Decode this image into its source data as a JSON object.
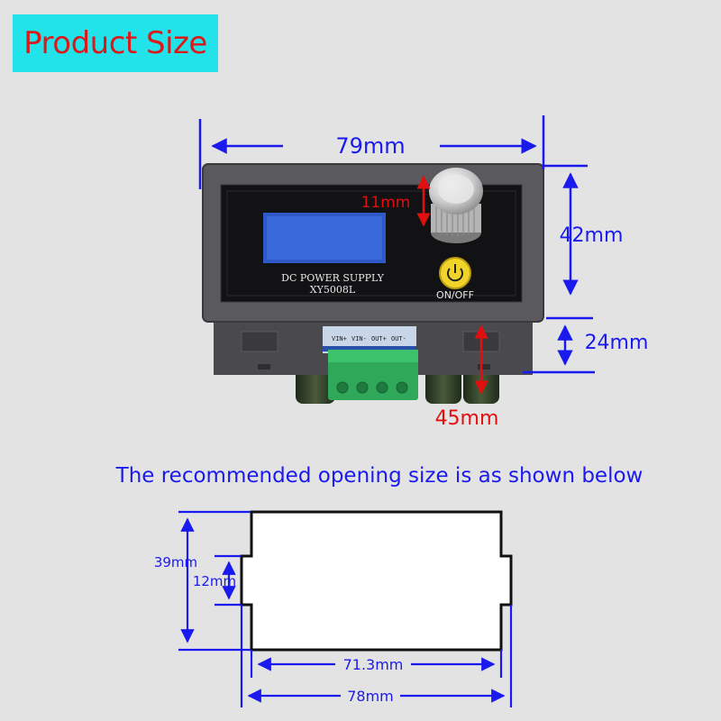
{
  "header": {
    "title": "Product Size"
  },
  "device": {
    "panel_line1": "DC POWER SUPPLY",
    "panel_line2": "XY5008L",
    "button_label": "ON/OFF",
    "terminal_labels": [
      "VIN+",
      "VIN-",
      "OUT+",
      "OUT-"
    ]
  },
  "dimensions": {
    "width": "79mm",
    "knob": "11mm",
    "height": "42mm",
    "depth": "24mm",
    "total_depth": "45mm"
  },
  "opening": {
    "caption": "The recommended opening size is as shown below",
    "height": "39mm",
    "notch": "12mm",
    "inner_width": "71.3mm",
    "outer_width": "78mm"
  },
  "colors": {
    "title_bg": "#22e3ea",
    "title_text": "#d91a1a",
    "dimension_blue": "#1a1aee",
    "dimension_red": "#e01010",
    "terminal_green": "#2fa85a"
  }
}
